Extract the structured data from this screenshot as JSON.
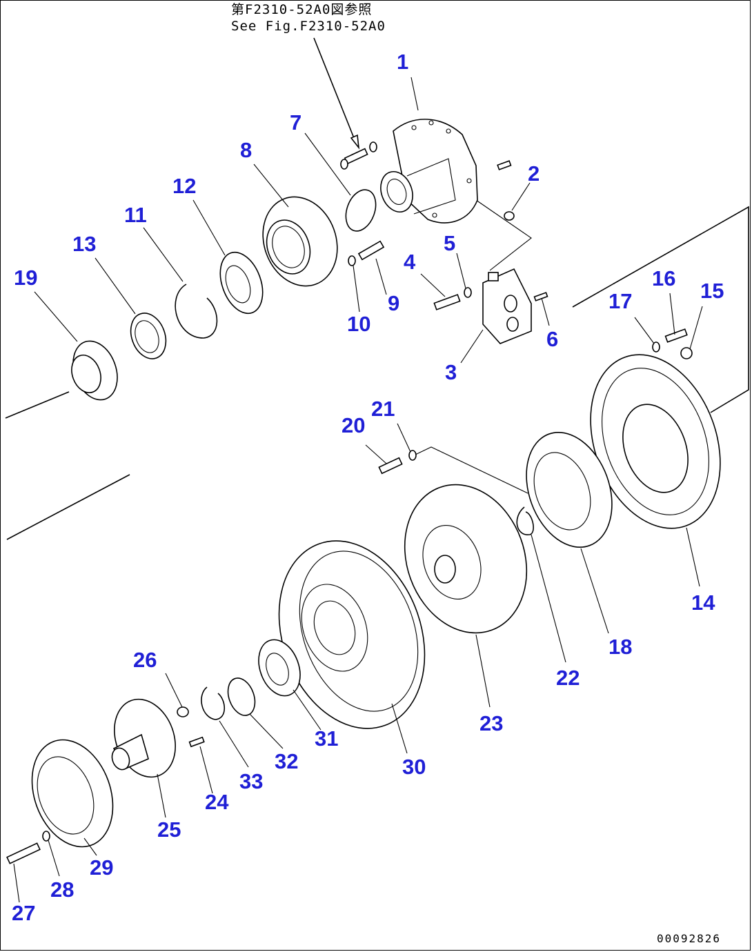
{
  "reference_note": {
    "line_jp": "第F2310-52A0図参照",
    "line_en": "See Fig.F2310-52A0"
  },
  "drawing_id": "00092826",
  "part_labels": [
    "1",
    "2",
    "3",
    "4",
    "5",
    "6",
    "7",
    "8",
    "9",
    "10",
    "11",
    "12",
    "13",
    "14",
    "15",
    "16",
    "17",
    "18",
    "19",
    "20",
    "21",
    "22",
    "23",
    "24",
    "25",
    "26",
    "27",
    "28",
    "29",
    "30",
    "31",
    "32",
    "33"
  ],
  "colors": {
    "label": "#1f1fd6",
    "line": "#000000",
    "background": "#ffffff"
  }
}
